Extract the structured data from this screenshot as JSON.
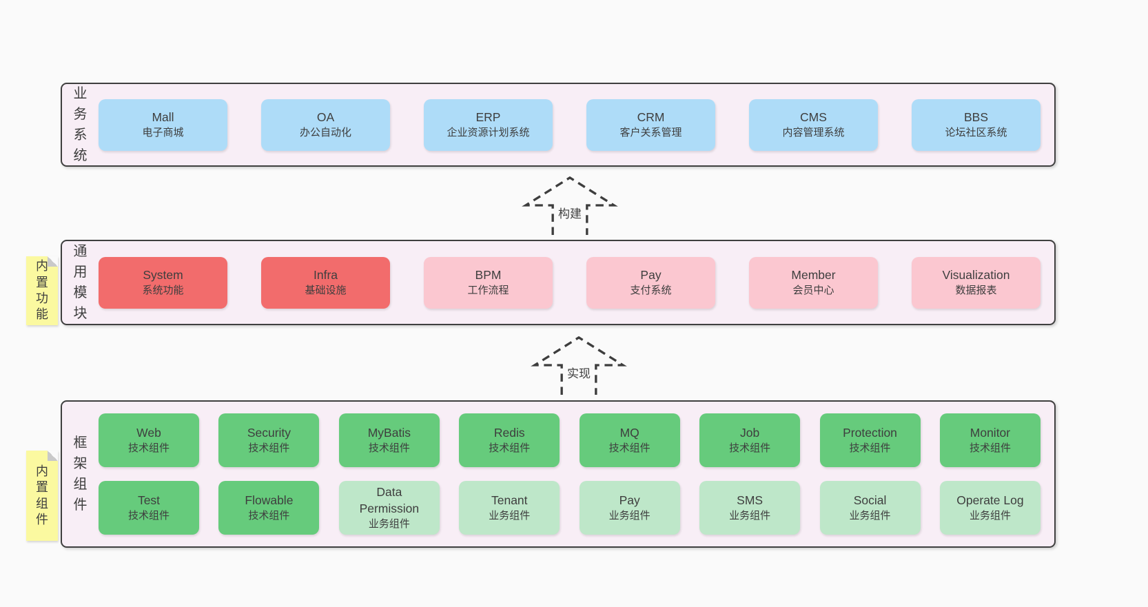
{
  "colors": {
    "page_bg": "#FAFAFA",
    "container_bg": "#F8EEF6",
    "container_border": "#3F3F3F",
    "text": "#3E3E3E",
    "blue_box": "#AEDCF8",
    "red_box": "#F26C6C",
    "pink_box": "#FBC7D0",
    "green_box": "#66CB7C",
    "lightgreen_box": "#BEE7C9",
    "sticky_yellow": "#FBF9A0",
    "sticky_fold_gray": "#C9C9C9"
  },
  "arrows": [
    {
      "label": "构建"
    },
    {
      "label": "实现"
    }
  ],
  "sections": [
    {
      "label": "业务系统",
      "rows": [
        [
          {
            "en": "Mall",
            "zh": "电子商城",
            "variant": "blue"
          },
          {
            "en": "OA",
            "zh": "办公自动化",
            "variant": "blue"
          },
          {
            "en": "ERP",
            "zh": "企业资源计划系统",
            "variant": "blue"
          },
          {
            "en": "CRM",
            "zh": "客户关系管理",
            "variant": "blue"
          },
          {
            "en": "CMS",
            "zh": "内容管理系统",
            "variant": "blue"
          },
          {
            "en": "BBS",
            "zh": "论坛社区系统",
            "variant": "blue"
          }
        ]
      ]
    },
    {
      "label": "通用模块",
      "sticky": "内置功能",
      "rows": [
        [
          {
            "en": "System",
            "zh": "系统功能",
            "variant": "red"
          },
          {
            "en": "Infra",
            "zh": "基础设施",
            "variant": "red"
          },
          {
            "en": "BPM",
            "zh": "工作流程",
            "variant": "pink"
          },
          {
            "en": "Pay",
            "zh": "支付系统",
            "variant": "pink"
          },
          {
            "en": "Member",
            "zh": "会员中心",
            "variant": "pink"
          },
          {
            "en": "Visualization",
            "zh": "数据报表",
            "variant": "pink"
          }
        ]
      ]
    },
    {
      "label": "框架组件",
      "sticky": "内置组件",
      "rows": [
        [
          {
            "en": "Web",
            "zh": "技术组件",
            "variant": "green"
          },
          {
            "en": "Security",
            "zh": "技术组件",
            "variant": "green"
          },
          {
            "en": "MyBatis",
            "zh": "技术组件",
            "variant": "green"
          },
          {
            "en": "Redis",
            "zh": "技术组件",
            "variant": "green"
          },
          {
            "en": "MQ",
            "zh": "技术组件",
            "variant": "green"
          },
          {
            "en": "Job",
            "zh": "技术组件",
            "variant": "green"
          },
          {
            "en": "Protection",
            "zh": "技术组件",
            "variant": "green"
          },
          {
            "en": "Monitor",
            "zh": "技术组件",
            "variant": "green"
          }
        ],
        [
          {
            "en": "Test",
            "zh": "技术组件",
            "variant": "green"
          },
          {
            "en": "Flowable",
            "zh": "技术组件",
            "variant": "green"
          },
          {
            "en": "Data Permission",
            "zh": "业务组件",
            "variant": "lightgreen"
          },
          {
            "en": "Tenant",
            "zh": "业务组件",
            "variant": "lightgreen"
          },
          {
            "en": "Pay",
            "zh": "业务组件",
            "variant": "lightgreen"
          },
          {
            "en": "SMS",
            "zh": "业务组件",
            "variant": "lightgreen"
          },
          {
            "en": "Social",
            "zh": "业务组件",
            "variant": "lightgreen"
          },
          {
            "en": "Operate Log",
            "zh": "业务组件",
            "variant": "lightgreen"
          }
        ]
      ]
    }
  ]
}
